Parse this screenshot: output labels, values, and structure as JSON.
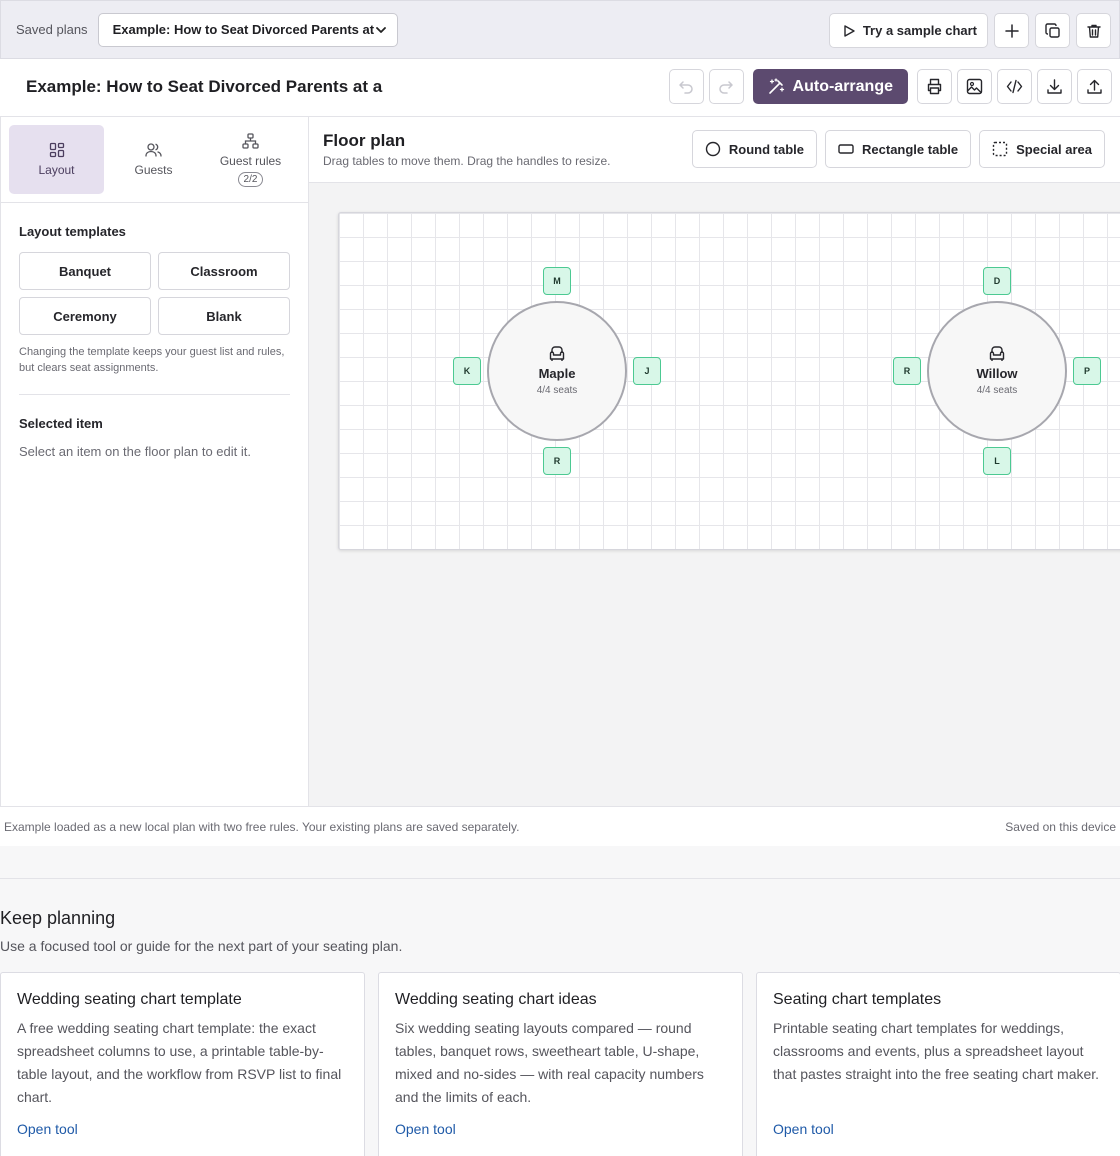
{
  "topbar": {
    "saved_plans_label": "Saved plans",
    "selected_plan": "Example: How to Seat Divorced Parents at a",
    "try_sample_label": "Try a sample chart"
  },
  "titlebar": {
    "title": "Example: How to Seat Divorced Parents at a",
    "auto_arrange_label": "Auto-arrange"
  },
  "sidebar": {
    "tabs": [
      {
        "label": "Layout",
        "icon": "layout-grid-icon"
      },
      {
        "label": "Guests",
        "icon": "users-icon"
      },
      {
        "label": "Guest rules",
        "icon": "hierarchy-icon",
        "badge": "2/2"
      }
    ],
    "layout_templates_heading": "Layout templates",
    "templates": [
      "Banquet",
      "Classroom",
      "Ceremony",
      "Blank"
    ],
    "template_note": "Changing the template keeps your guest list and rules, but clears seat assignments.",
    "selected_item_heading": "Selected item",
    "selected_item_text": "Select an item on the floor plan to edit it."
  },
  "floorplan": {
    "title": "Floor plan",
    "subtitle": "Drag tables to move them. Drag the handles to resize.",
    "tools": [
      "Round table",
      "Rectangle table",
      "Special area"
    ],
    "tables": [
      {
        "name": "Maple",
        "seats_label": "4/4 seats",
        "seats": {
          "top": "M",
          "left": "K",
          "right": "J",
          "bottom": "R"
        }
      },
      {
        "name": "Willow",
        "seats_label": "4/4 seats",
        "seats": {
          "top": "D",
          "left": "R",
          "right": "P",
          "bottom": "L"
        }
      }
    ]
  },
  "status": {
    "left": "Example loaded as a new local plan with two free rules. Your existing plans are saved separately.",
    "right": "Saved on this device"
  },
  "keep_planning": {
    "heading": "Keep planning",
    "subheading": "Use a focused tool or guide for the next part of your seating plan.",
    "cards": [
      {
        "title": "Wedding seating chart template",
        "body": "A free wedding seating chart template: the exact spreadsheet columns to use, a printable table-by-table layout, and the workflow from RSVP list to final chart.",
        "link": "Open tool"
      },
      {
        "title": "Wedding seating chart ideas",
        "body": "Six wedding seating layouts compared — round tables, banquet rows, sweetheart table, U-shape, mixed and no-sides — with real capacity numbers and the limits of each.",
        "link": "Open tool"
      },
      {
        "title": "Seating chart templates",
        "body": "Printable seating chart templates for weddings, classrooms and events, plus a spreadsheet layout that pastes straight into the free seating chart maker.",
        "link": "Open tool"
      }
    ]
  },
  "colors": {
    "accent": "#5c4a6f",
    "tab_active_bg": "#e6e0ef",
    "seat_fill": "#d8f7e8",
    "seat_border": "#4cc992",
    "link": "#1f5aa8"
  }
}
